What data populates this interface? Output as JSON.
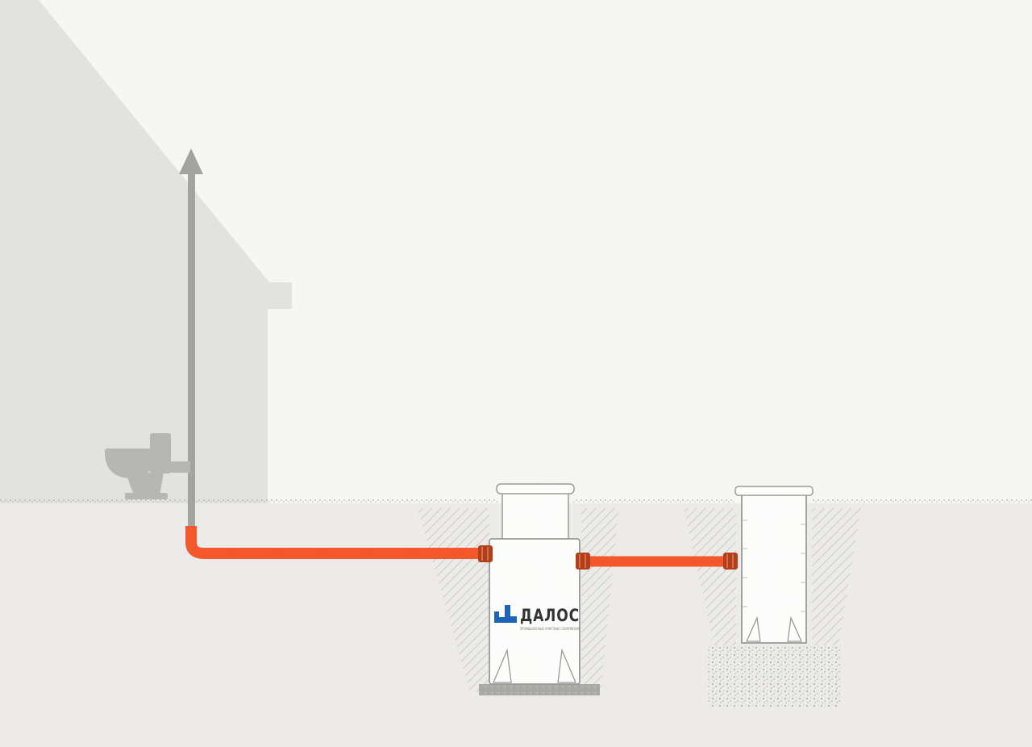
{
  "scene": {
    "type": "septic-system-installation-diagram",
    "brand": {
      "name": "ДАЛОС",
      "subtitle": "ПРОМЫШЛЕННЫЕ ОЧИСТНЫЕ СООРУЖЕНИЯ"
    },
    "colors": {
      "sky": "#f6f6f4",
      "house": "#e2e2e0",
      "ground": "#ecebe9",
      "vent_pipe": "#a3a3a1",
      "toilet": "#b6b6b4",
      "sewer_pipe": "#f4572a",
      "coupling": "#b23f1b",
      "coupling_rib": "#e07a52",
      "tank_fill": "#fdfdfc",
      "tank_stroke": "#9a9a98",
      "base_slab": "#a9a9a7",
      "logo_blue": "#1e63b5",
      "brand_text": "#333333",
      "subtitle_text": "#777775"
    }
  }
}
